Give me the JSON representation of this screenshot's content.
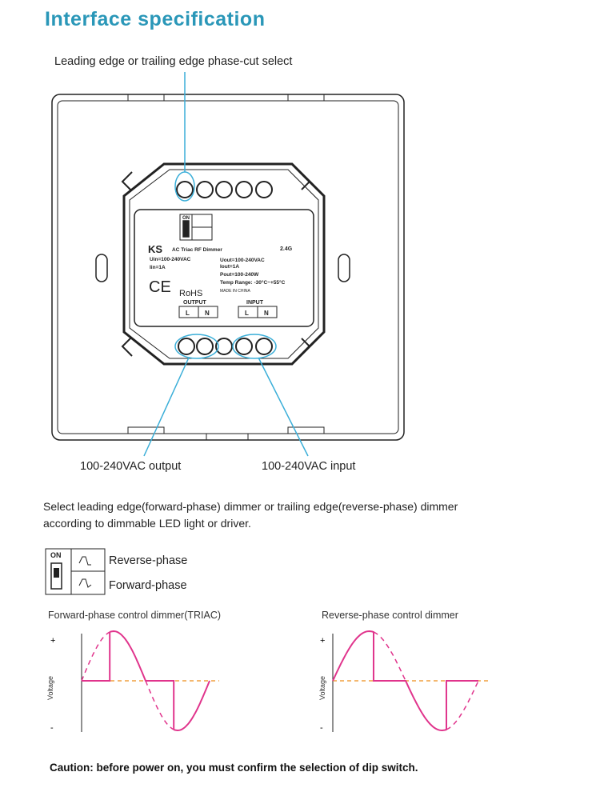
{
  "title": "Interface specification",
  "callouts": {
    "phase_select": "Leading edge or trailing edge phase-cut select",
    "output": "100-240VAC output",
    "input": "100-240VAC input"
  },
  "device_label": {
    "brand": "KS",
    "product": "AC Triac RF Dimmer",
    "freq": "2.4G",
    "uin": "Uin=100-240VAC",
    "iin": "Iin=1A",
    "uout": "Uout=100-240VAC",
    "iout": "Iout=1A",
    "pout": "Pout=100-240W",
    "temp": "Temp Range: -30°C~+55°C",
    "made": "MADE IN CHINA",
    "ce": "CE",
    "rohs": "RoHS",
    "output": "OUTPUT",
    "input": "INPUT",
    "l": "L",
    "n": "N",
    "on": "ON"
  },
  "description": {
    "line1": "Select leading edge(forward-phase) dimmer or trailing edge(reverse-phase) dimmer",
    "line2": "according to dimmable LED light or driver."
  },
  "dip_legend": {
    "on": "ON",
    "reverse": "Reverse-phase",
    "forward": "Forward-phase"
  },
  "charts": {
    "forward": {
      "title": "Forward-phase control dimmer(TRIAC)",
      "ylabel": "Voltage",
      "plus": "+",
      "minus": "-"
    },
    "reverse": {
      "title": "Reverse-phase control dimmer",
      "ylabel": "Voltage",
      "plus": "+",
      "minus": "-"
    }
  },
  "caution": "Caution: before power on, you must confirm the selection of dip switch.",
  "colors": {
    "title": "#2a97b8",
    "callout": "#3aaed8",
    "wave": "#e0348c",
    "axis_dash": "#f0a040"
  }
}
